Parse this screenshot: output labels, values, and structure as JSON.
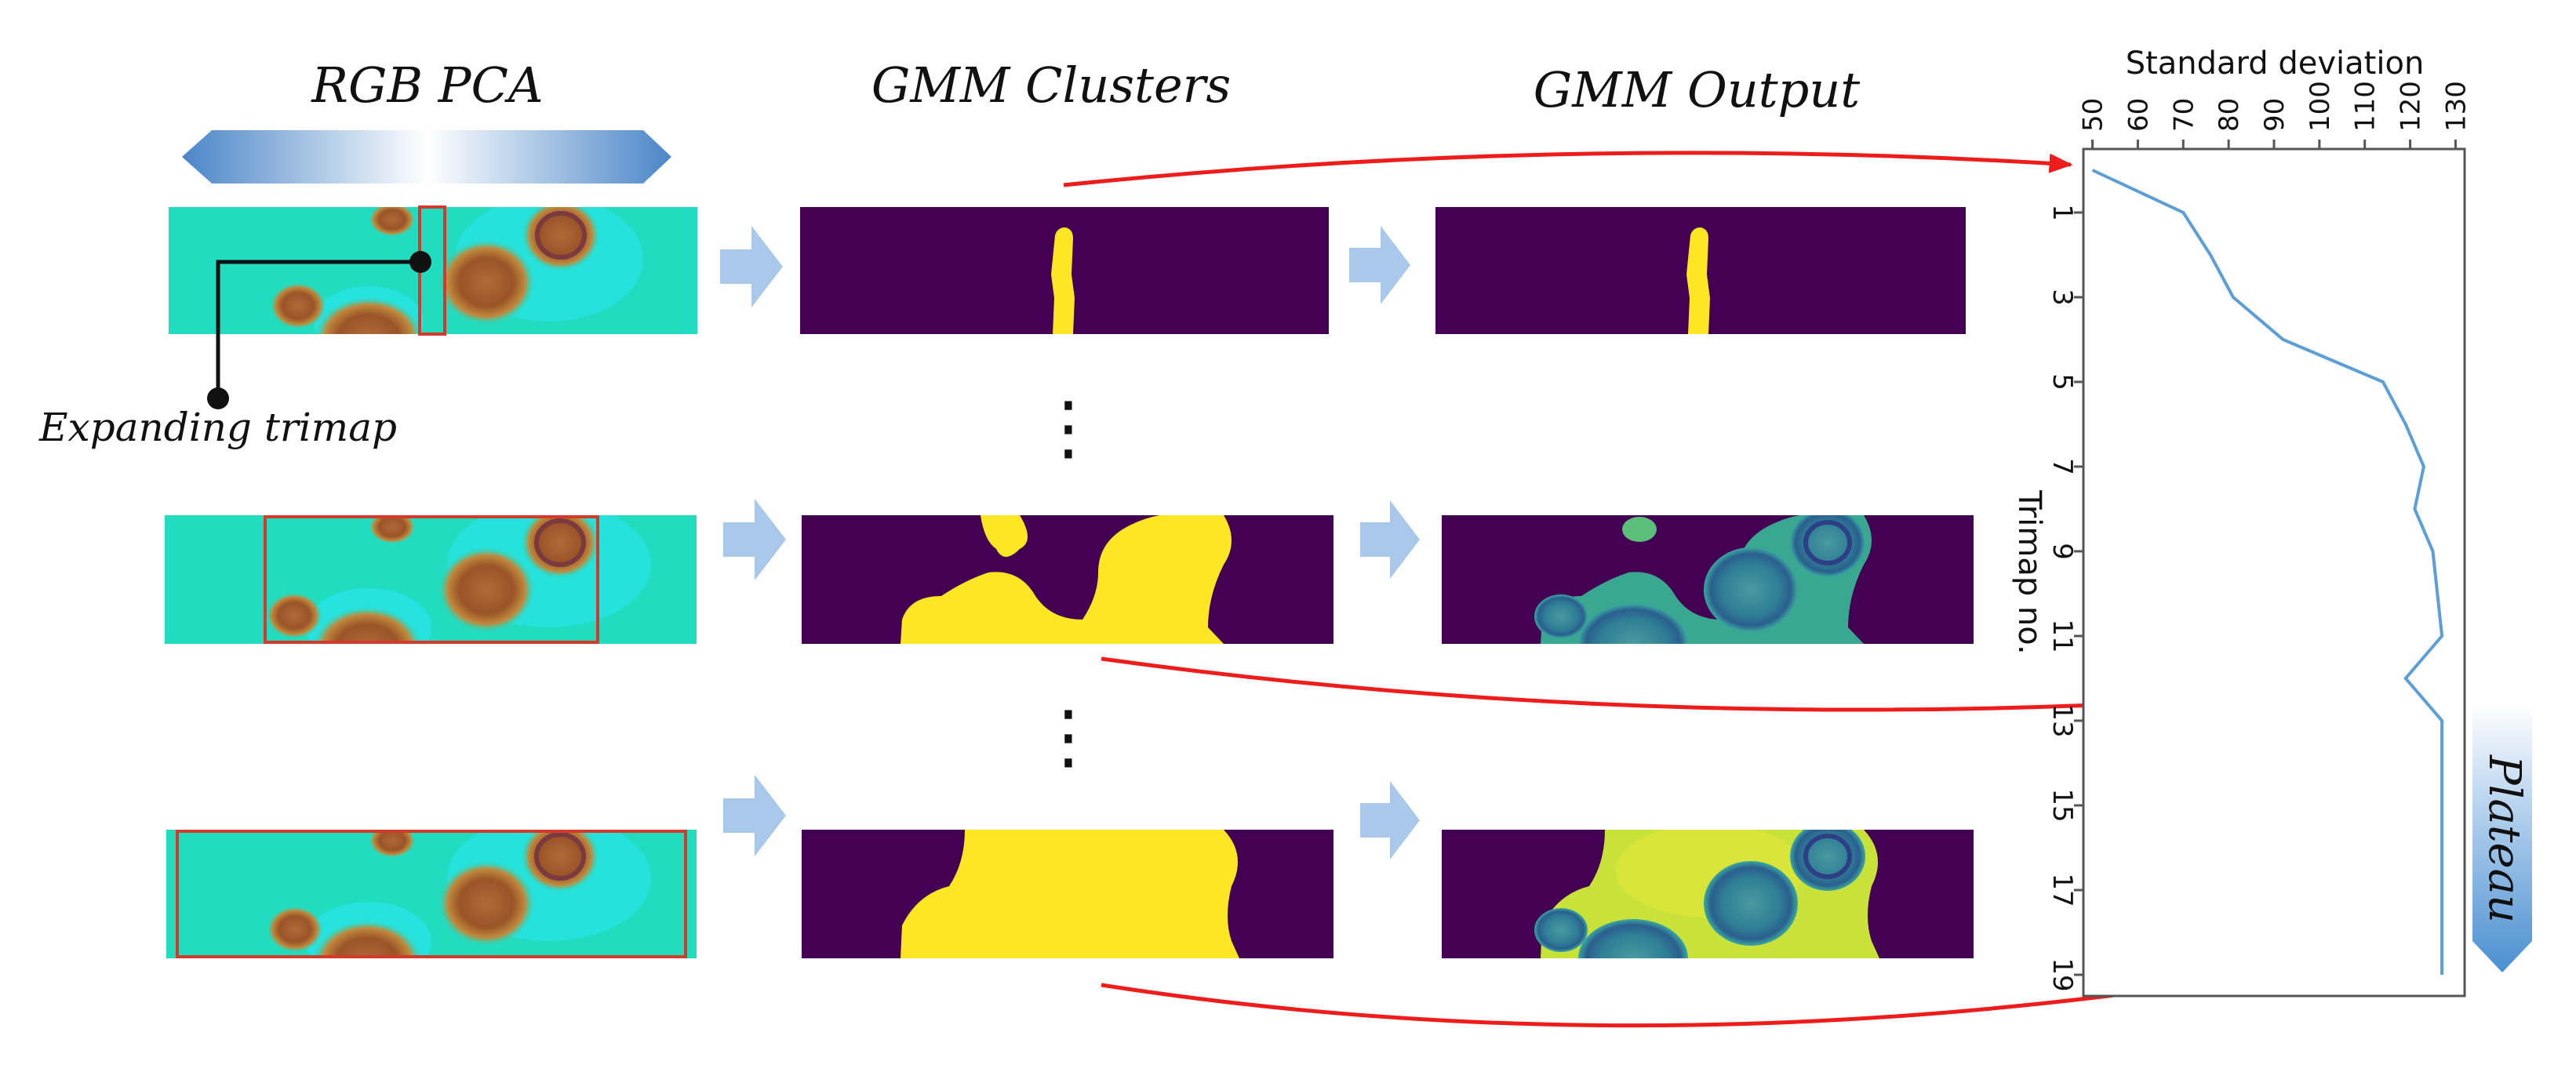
{
  "headers": {
    "rgb_pca": "RGB PCA",
    "gmm_clusters": "GMM Clusters",
    "gmm_output": "GMM Output"
  },
  "annotations": {
    "expanding_trimap": "Expanding trimap",
    "plateau": "Plateau",
    "ellipsis": "⋮"
  },
  "colors": {
    "pca_background": "#22dcc0",
    "cluster_background": "#440154",
    "cluster_foreground": "#fde725",
    "trimap_box": "#d33a2c",
    "flow_arrow": "#a9c8ea",
    "callout_arrow": "#ef1c1c",
    "series_line": "#5b9fd6",
    "plateau_gradient_top": "#ffffff",
    "plateau_gradient_bottom": "#4a8fd0"
  },
  "chart_data": {
    "type": "line",
    "title": "",
    "xlabel": "Standard deviation",
    "ylabel": "Trimap no.",
    "orientation": "rotated-90",
    "x_ticks": [
      50,
      60,
      70,
      80,
      90,
      100,
      110,
      120,
      130
    ],
    "y_ticks": [
      1,
      3,
      5,
      7,
      9,
      11,
      13,
      15,
      17,
      19
    ],
    "xlim": [
      48,
      132
    ],
    "ylim": [
      -0.5,
      19.5
    ],
    "grid": false,
    "series": [
      {
        "points": [
          [
            0,
            50
          ],
          [
            1,
            70
          ],
          [
            2,
            76
          ],
          [
            3,
            81
          ],
          [
            4,
            92
          ],
          [
            5,
            114
          ],
          [
            6,
            119
          ],
          [
            7,
            123
          ],
          [
            8,
            121
          ],
          [
            9,
            125
          ],
          [
            10,
            126
          ],
          [
            11,
            127
          ],
          [
            12,
            119
          ],
          [
            13,
            127
          ],
          [
            14,
            127
          ],
          [
            15,
            127
          ],
          [
            16,
            127
          ],
          [
            17,
            127
          ],
          [
            18,
            127
          ],
          [
            19,
            127
          ]
        ]
      }
    ]
  }
}
